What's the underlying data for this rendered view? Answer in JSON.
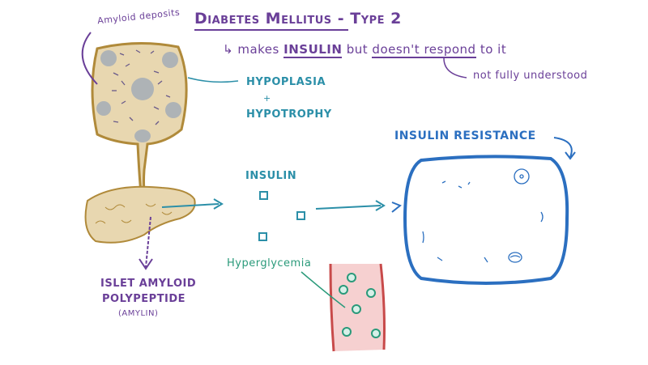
{
  "title": "Diabetes Mellitus - Type 2",
  "subtitle": {
    "prefix": "makes",
    "insulin": "INSULIN",
    "middle": "but",
    "doesnt_respond": "doesn't respond",
    "suffix": "to it"
  },
  "note": "not fully understood",
  "amyloid_label": "Amyloid deposits",
  "hypoplasia": "HYPOPLASIA",
  "plus": "+",
  "hypotrophy": "HYPOTROPHY",
  "insulin_label": "INSULIN",
  "insulin_resistance": "INSULIN RESISTANCE",
  "hyperglycemia": "Hyperglycemia",
  "iapp": {
    "line1": "ISLET AMYLOID",
    "line2": "POLYPEPTIDE",
    "line3": "(AMYLIN)"
  },
  "colors": {
    "purple": "#6a3f98",
    "teal": "#2b8fa8",
    "blue": "#2b6fc0",
    "green": "#2a9a7a",
    "tan": "#e8d7b0",
    "tan_border": "#b08a3a",
    "vessel_fill": "#f6d0d0",
    "vessel_wall": "#c84a4a"
  }
}
